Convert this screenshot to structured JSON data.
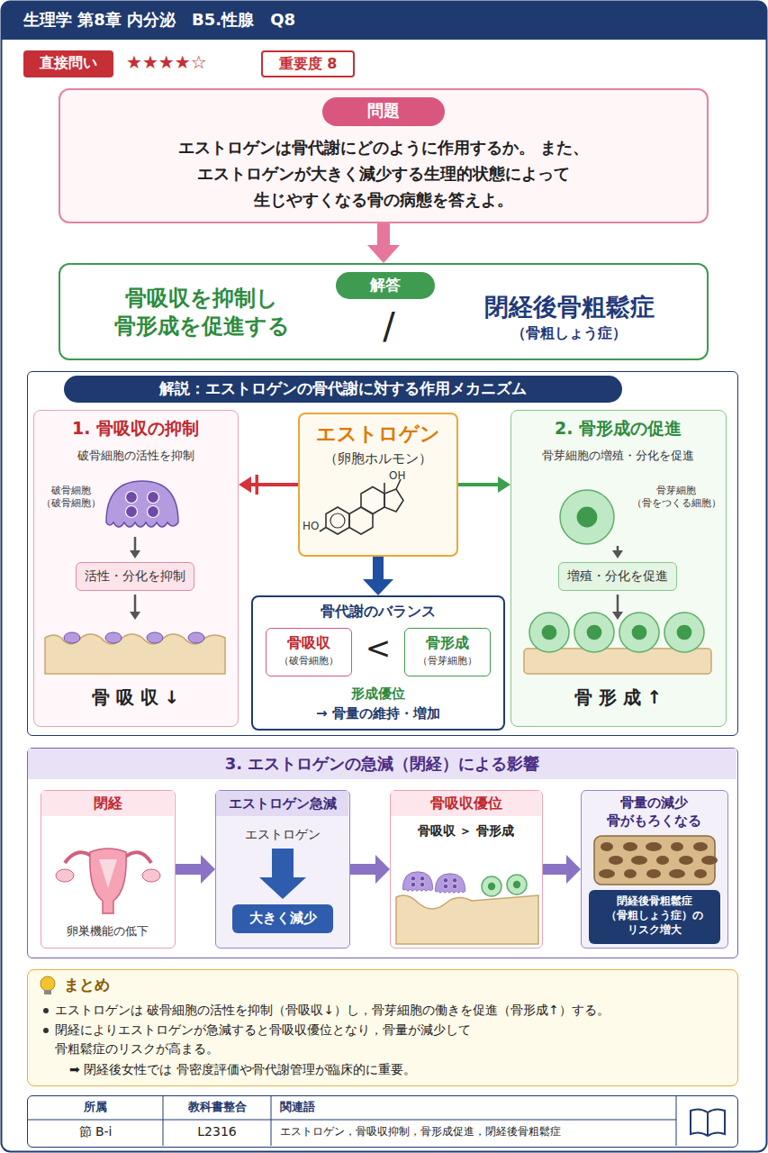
{
  "diagram": {
    "title": "生理学 第8章 内分泌　B5.性腺　Q8",
    "nodes": [
      {
        "text": [
          "直接問い"
        ]
      },
      {
        "text": [
          "重要度 8"
        ]
      },
      {
        "text": [
          "エストロゲンは骨代謝にどのように作用するか。 また、エストロゲンが大きく減少する生理的状態によって 生じやすくなる骨の病態を答えよ。"
        ]
      },
      {
        "text": [
          "問題"
        ],
        "in": 2
      },
      {
        "text": [
          "骨吸収を抑制し 骨形成を促進する",
          "/",
          "閉経後骨粗鬆症",
          "（骨粗しょう症）"
        ]
      },
      {
        "text": [
          "解答"
        ],
        "in": 4
      },
      {
        "text": [
          "解説：エストロゲンの骨代謝に対する作用メカニズム"
        ]
      },
      {
        "text": [
          "1. 骨吸収の抑制",
          "破骨細胞の活性を抑制",
          "破骨細胞 （破骨細胞）",
          "骨 吸 収 ↓"
        ],
        "in": 6
      },
      {
        "text": [
          "活性・分化を抑制"
        ],
        "in": 7
      },
      {
        "text": [
          "エストロゲン",
          "（卵胞ホルモン）"
        ],
        "in": 6
      },
      {
        "text": [
          "骨代謝のバランス",
          "<",
          "形成優位",
          "→ 骨量の維持・増加"
        ],
        "in": 6
      },
      {
        "text": [
          "骨吸収",
          "（破骨細胞）"
        ],
        "in": 10
      },
      {
        "text": [
          "骨形成",
          "（骨芽細胞）"
        ],
        "in": 10
      },
      {
        "text": [
          "2. 骨形成の促進",
          "骨芽細胞の増殖・分化を促進",
          "骨芽細胞 （骨をつくる細胞）",
          "骨 形 成 ↑"
        ],
        "in": 6
      },
      {
        "text": [
          "増殖・分化を促進"
        ],
        "in": 13
      },
      {
        "text": [
          "3. エストロゲンの急減（閉経）による影響"
        ]
      },
      {
        "text": [
          "閉経",
          "卵巣機能の低下"
        ],
        "in": 15
      },
      {
        "text": [
          "エストロゲン急減",
          "エストロゲン"
        ],
        "in": 15
      },
      {
        "text": [
          "大きく減少"
        ],
        "in": 17
      },
      {
        "text": [
          "骨吸収優位",
          "骨吸収 ＞ 骨形成"
        ],
        "in": 15
      },
      {
        "text": [
          "骨量の減少 骨がもろくなる"
        ],
        "in": 15
      },
      {
        "text": [
          "閉経後骨粗鬆症 （骨粗しょう症）の リスク増大"
        ],
        "in": 20
      },
      {
        "text": [
          "まとめ",
          "エストロゲンは 破骨細胞の活性を抑制（骨吸収↓）し，骨芽細胞の働きを促進（骨形成↑）する。",
          "閉経によりエストロゲンが急減すると骨吸収優位となり，骨量が減少して 骨粗鬆症のリスクが高まる。",
          "➡ 閉経後女性では 骨密度評価や骨代謝管理が臨床的に重要。"
        ]
      },
      {
        "text": [
          "所属",
          "節 B-i",
          "教科書整合",
          "L2316",
          "関連語",
          "エストロゲン，骨吸収抑制，骨形成促進，閉経後骨粗鬆症"
        ]
      }
    ],
    "edges": [
      {
        "from": 2,
        "to": 4,
        "arrow": "to"
      },
      {
        "from": 9,
        "to": 7,
        "arrow": "to"
      },
      {
        "from": 9,
        "to": 13,
        "arrow": "to"
      },
      {
        "from": 9,
        "to": 10,
        "arrow": "to"
      },
      {
        "from": 16,
        "to": 17,
        "arrow": "to"
      },
      {
        "from": 17,
        "to": 19,
        "arrow": "to"
      },
      {
        "from": 19,
        "to": 20,
        "arrow": "to"
      }
    ],
    "labels": [
      "★★★★☆",
      "OH",
      "HO"
    ]
  }
}
